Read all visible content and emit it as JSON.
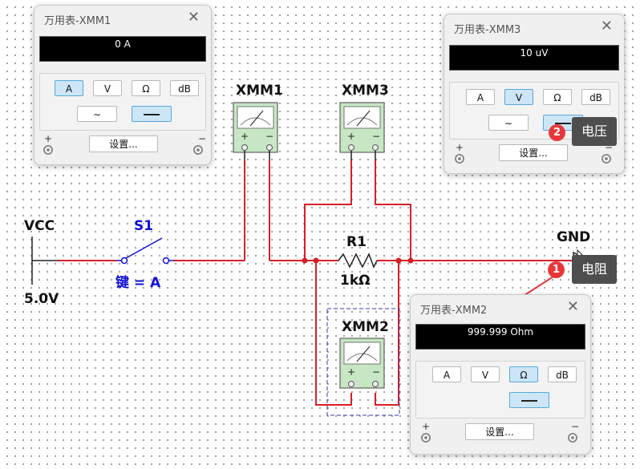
{
  "circuit": {
    "vcc_label": "VCC",
    "vcc_value": "5.0V",
    "switch_name": "S1",
    "switch_key": "键 = A",
    "resistor_name": "R1",
    "resistor_value": "1kΩ",
    "gnd_label": "GND",
    "symbols": {
      "xmm1": "XMM1",
      "xmm2": "XMM2",
      "xmm3": "XMM3"
    },
    "wire_color": "#d81f26",
    "label_color_blue": "#1010d8"
  },
  "panels": {
    "xmm1": {
      "title": "万用表-XMM1",
      "reading": "0 A",
      "modes": [
        "A",
        "V",
        "Ω",
        "dB"
      ],
      "active_mode": "A",
      "active_wave": "dc",
      "settings_label": "设置...",
      "plus": "+",
      "minus": "−"
    },
    "xmm3": {
      "title": "万用表-XMM3",
      "reading": "10 uV",
      "modes": [
        "A",
        "V",
        "Ω",
        "dB"
      ],
      "active_mode": "V",
      "active_wave": "dc",
      "settings_label": "设置...",
      "plus": "+",
      "minus": "−"
    },
    "xmm2": {
      "title": "万用表-XMM2",
      "reading": "999.999 Ohm",
      "modes": [
        "A",
        "V",
        "Ω",
        "dB"
      ],
      "active_mode": "Ω",
      "active_wave": "dc",
      "settings_label": "设置...",
      "plus": "+",
      "minus": "−"
    }
  },
  "annotations": [
    {
      "badge": "1",
      "text": "电阻"
    },
    {
      "badge": "2",
      "text": "电压"
    }
  ],
  "icons": {
    "close": "close-icon",
    "ac_wave": "sine-wave-icon",
    "dc_wave": "dc-line-icon",
    "meter": "multimeter-icon",
    "cursor": "pointer-cursor-icon"
  },
  "colors": {
    "accent": "#5aa7db",
    "annotation_bg": "#4e4e4e",
    "badge_red": "#e8373a",
    "arrow_red": "#e8373a"
  }
}
